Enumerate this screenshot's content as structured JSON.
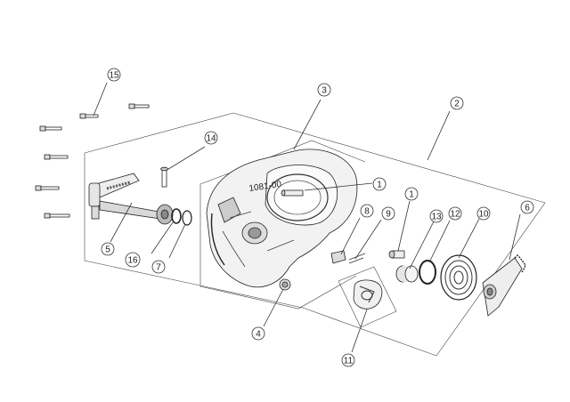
{
  "callouts": [
    {
      "label": "1"
    },
    {
      "label": "1"
    },
    {
      "label": "2"
    },
    {
      "label": "3"
    },
    {
      "label": "4"
    },
    {
      "label": "5"
    },
    {
      "label": "6"
    },
    {
      "label": "7"
    },
    {
      "label": "8"
    },
    {
      "label": "9"
    },
    {
      "label": "10"
    },
    {
      "label": "11"
    },
    {
      "label": "12"
    },
    {
      "label": "13"
    },
    {
      "label": "14"
    },
    {
      "label": "15"
    },
    {
      "label": "16"
    }
  ],
  "engraving": "1081-00"
}
